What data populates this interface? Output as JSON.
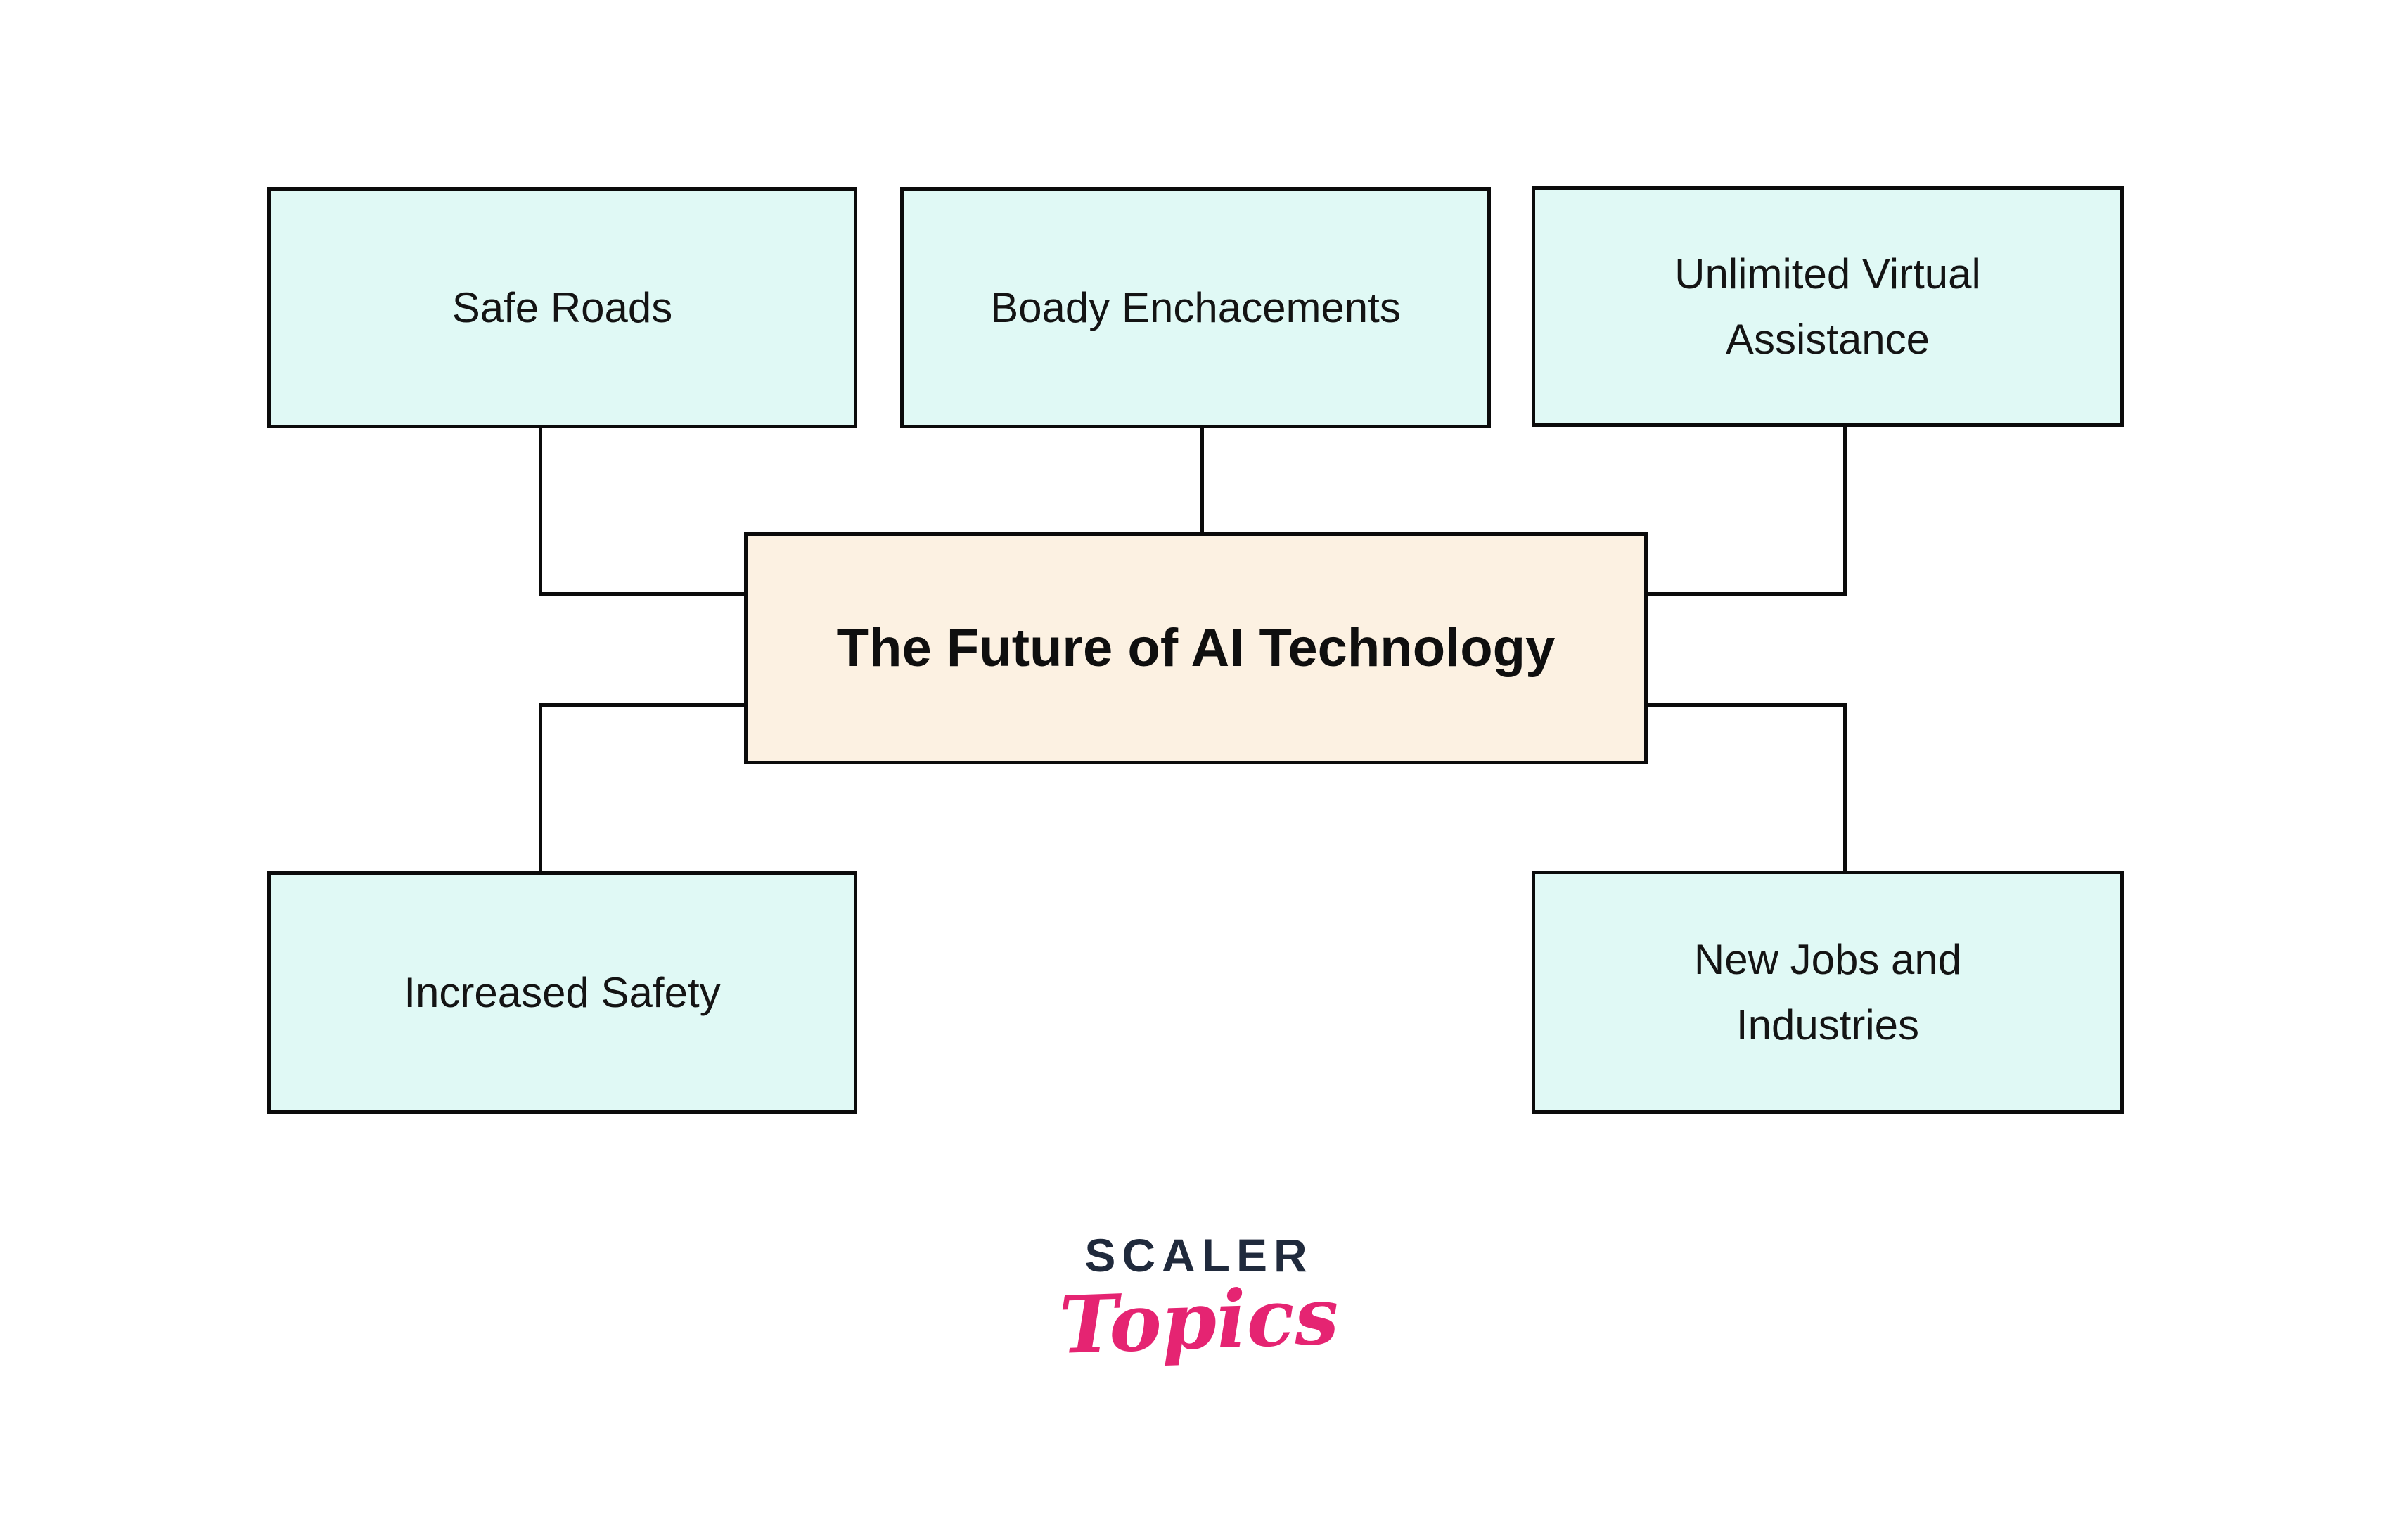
{
  "diagram": {
    "title_node": {
      "label": "The Future of AI Technology"
    },
    "nodes": [
      {
        "label": "Safe Roads"
      },
      {
        "label": "Boady Enchacements"
      },
      {
        "label": "Unlimited Virtual Assistance"
      },
      {
        "label": "Increased Safety"
      },
      {
        "label": "New Jobs and Industries"
      }
    ],
    "colors": {
      "node_fill": "#E0F9F5",
      "center_fill": "#FCF1E2",
      "line": "#0B0B0B",
      "text": "#141414"
    }
  },
  "logo": {
    "brand": "SCALER",
    "sub": "Topics",
    "brand_color": "#202A3C",
    "sub_color": "#E52472"
  }
}
